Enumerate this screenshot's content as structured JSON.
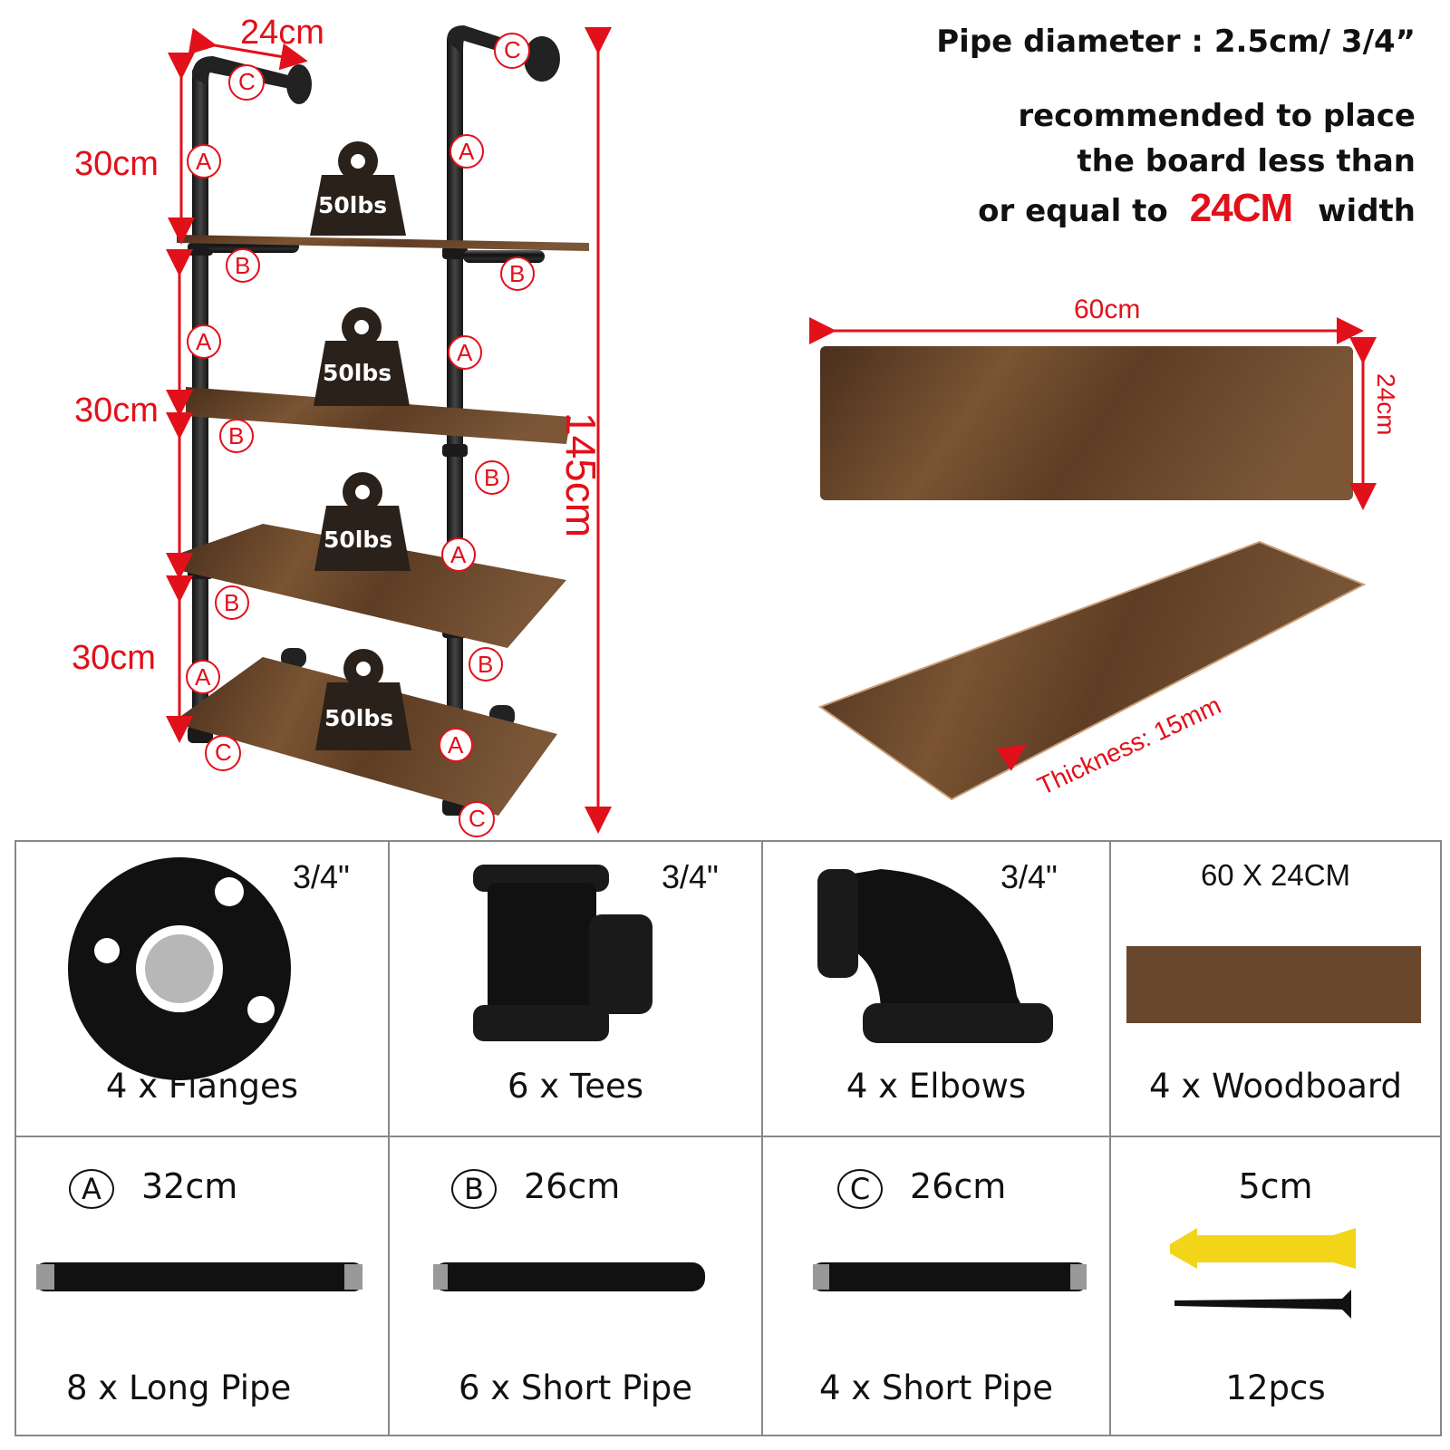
{
  "info": {
    "pipe_diameter": "Pipe diameter : 2.5cm/ 3/4”",
    "recommend_line1": "recommended to place",
    "recommend_line2": "the board less than",
    "recommend_line3_pre": "or equal to",
    "recommend_highlight": "24CM",
    "recommend_line3_post": "width"
  },
  "shelf_diagram": {
    "depth_label": "24cm",
    "height_label": "145cm",
    "spacing_labels": [
      "30cm",
      "30cm",
      "30cm"
    ],
    "weight_labels": [
      "50lbs",
      "50lbs",
      "50lbs",
      "50lbs"
    ],
    "part_markers": {
      "a": "A",
      "b": "B",
      "c": "C"
    }
  },
  "board_diagram": {
    "length_label": "60cm",
    "width_label": "24cm",
    "thickness_label": "Thickness: 15mm"
  },
  "parts": {
    "flanges": {
      "size": "3/4\"",
      "caption": "4 x Flanges"
    },
    "tees": {
      "size": "3/4\"",
      "caption": "6 x Tees"
    },
    "elbows": {
      "size": "3/4\"",
      "caption": "4 x Elbows"
    },
    "woodboard": {
      "size": "60 X 24CM",
      "caption": "4 x Woodboard"
    },
    "pipe_a": {
      "letter": "A",
      "length": "32cm",
      "caption": "8 x Long Pipe"
    },
    "pipe_b": {
      "letter": "B",
      "length": "26cm",
      "caption": "6 x Short Pipe"
    },
    "pipe_c": {
      "letter": "C",
      "length": "26cm",
      "caption": "4 x Short Pipe"
    },
    "screws": {
      "length": "5cm",
      "caption": "12pcs"
    }
  },
  "colors": {
    "red": "#e2101a",
    "wood": "#6e4a2c",
    "pipe": "#2c2c2c"
  }
}
